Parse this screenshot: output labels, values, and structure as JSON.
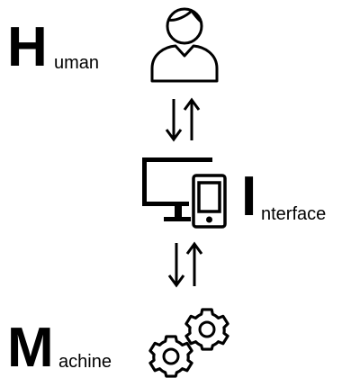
{
  "human": {
    "initial": "H",
    "rest": "uman"
  },
  "interface": {
    "initial": "I",
    "rest": "nterface"
  },
  "machine": {
    "initial": "M",
    "rest": "achine"
  },
  "icons": [
    "person-icon",
    "arrows-icon",
    "monitor-icon",
    "phone-icon",
    "arrows-icon",
    "gear-icon"
  ],
  "colors": {
    "ink": "#000000",
    "background": "#ffffff"
  }
}
